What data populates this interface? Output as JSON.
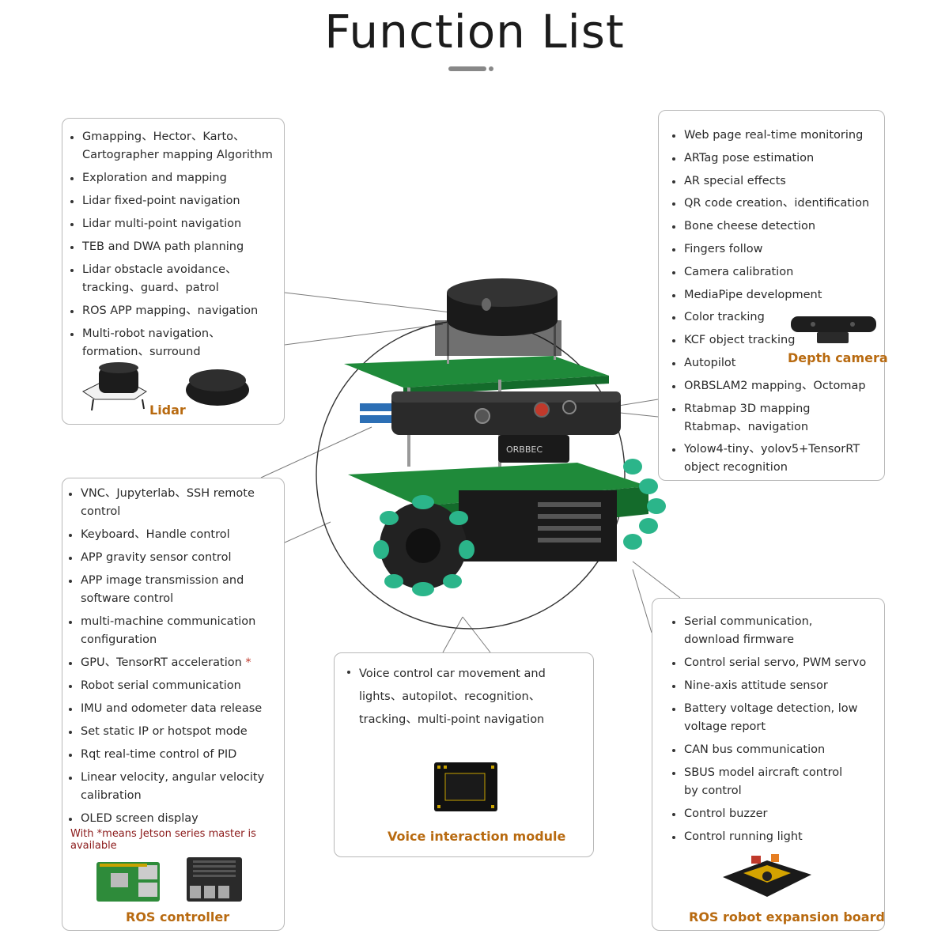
{
  "page": {
    "title": "Function List"
  },
  "lidar_box": {
    "items": [
      "Gmapping、Hector、Karto、Cartographer mapping Algorithm",
      "Exploration and mapping",
      "Lidar fixed-point navigation",
      "Lidar multi-point navigation",
      "TEB and DWA path planning",
      "Lidar obstacle avoidance、tracking、guard、patrol",
      "ROS APP mapping、navigation",
      "Multi-robot navigation、formation、surround"
    ],
    "caption": "Lidar"
  },
  "camera_box": {
    "items": [
      "Web page real-time monitoring",
      "ARTag pose estimation",
      "AR special effects",
      "QR code creation、identification",
      "Bone cheese detection",
      "Fingers follow",
      "Camera calibration",
      "MediaPipe development",
      "Color tracking",
      "KCF object tracking",
      "Autopilot",
      "ORBSLAM2 mapping、Octomap",
      "Rtabmap 3D mapping Rtabmap、navigation",
      "Yolow4-tiny、yolov5+TensorRT object recognition"
    ],
    "caption": "Depth camera"
  },
  "controller_box": {
    "items": [
      "VNC、Jupyterlab、SSH remote control",
      "Keyboard、Handle control",
      "APP gravity sensor control",
      "APP image transmission and software control",
      "multi-machine communication configuration",
      "GPU、TensorRT acceleration",
      "Robot serial communication",
      "IMU and odometer data release",
      "Set static IP or hotspot mode",
      "Rqt real-time control of PID",
      "Linear velocity, angular velocity calibration",
      "OLED screen display"
    ],
    "star_mark": "*",
    "note": "With *means Jetson series master is available",
    "caption": "ROS controller"
  },
  "voice_box": {
    "items": [
      "Voice control car movement and lights、autopilot、recognition、tracking、multi-point navigation"
    ],
    "caption": "Voice interaction module"
  },
  "board_box": {
    "items": [
      "Serial communication, download firmware",
      "Control serial servo, PWM servo",
      "Nine-axis attitude sensor",
      "Battery voltage detection, low voltage report",
      "CAN bus communication",
      "SBUS model aircraft control by control",
      "Control buzzer",
      "Control running light"
    ],
    "caption": "ROS robot expansion board"
  },
  "colors": {
    "caption": "#b86a10",
    "note": "#8b1a1a",
    "robot_green": "#1f8a3a",
    "wheel_green": "#2bb58a"
  },
  "icons": [
    "lidar-icon",
    "depth-camera-icon",
    "raspberry-pi-board-icon",
    "jetson-board-icon",
    "voice-module-icon",
    "expansion-board-icon",
    "robot-car-icon"
  ]
}
